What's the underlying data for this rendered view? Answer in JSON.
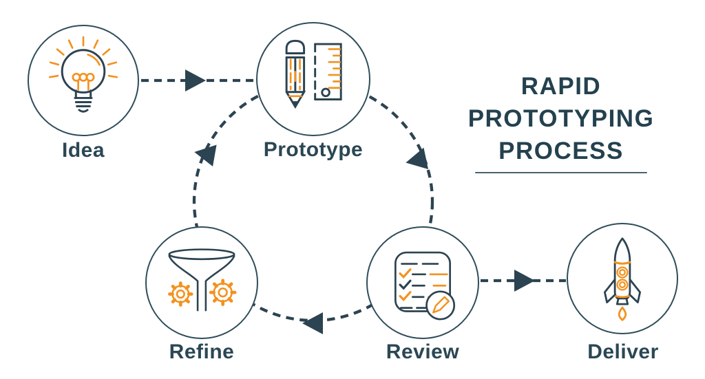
{
  "title": {
    "lines": [
      "RAPID",
      "PROTOTYPING",
      "PROCESS"
    ]
  },
  "nodes": [
    {
      "id": "idea",
      "label": "Idea",
      "icon": "lightbulb-icon"
    },
    {
      "id": "prototype",
      "label": "Prototype",
      "icon": "pencil-and-ruler-icon"
    },
    {
      "id": "refine",
      "label": "Refine",
      "icon": "funnel-and-gears-icon"
    },
    {
      "id": "review",
      "label": "Review",
      "icon": "checklist-icon"
    },
    {
      "id": "deliver",
      "label": "Deliver",
      "icon": "rocket-icon"
    }
  ],
  "edges": [
    {
      "from": "Idea",
      "to": "Prototype",
      "style": "straight-dashed-arrow"
    },
    {
      "from": "Prototype",
      "to": "Review",
      "style": "arc-dashed-arrow"
    },
    {
      "from": "Review",
      "to": "Refine",
      "style": "arc-dashed-arrow"
    },
    {
      "from": "Refine",
      "to": "Prototype",
      "style": "arc-dashed-arrow"
    },
    {
      "from": "Review",
      "to": "Deliver",
      "style": "straight-dashed-arrow"
    }
  ],
  "colors": {
    "navy": "#2c4351",
    "orange": "#f3921f",
    "background": "#ffffff",
    "underline": "#46626e"
  }
}
